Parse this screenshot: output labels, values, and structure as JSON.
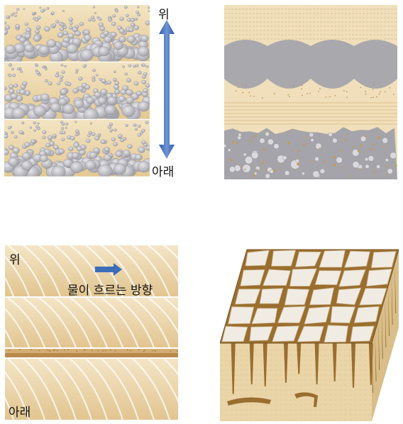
{
  "panels": {
    "graded_bedding": {
      "label_top": "위",
      "label_bottom": "아래"
    },
    "scour_marks": {},
    "cross_bedding": {
      "label_top": "위",
      "flow_label": "물이 흐르는 방향",
      "label_bottom": "아래"
    },
    "mud_cracks": {}
  },
  "colors": {
    "sand": "#e6cd9c",
    "sand_light": "#f1e0bb",
    "pebble": "#b3b3b8",
    "gray_layer": "#a9a8ad",
    "arrow_blue": "#3d6cb8",
    "crack_brown": "#9a6e2e"
  }
}
